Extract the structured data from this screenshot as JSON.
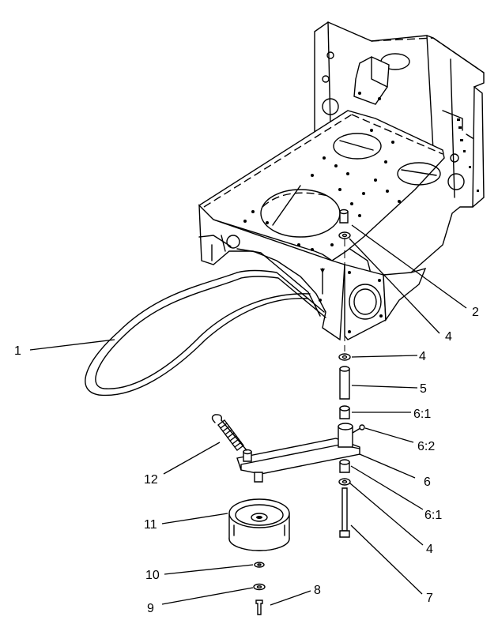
{
  "callouts": {
    "c1": "1",
    "c2": "2",
    "c4a": "4",
    "c4b": "4",
    "c5": "5",
    "c61a": "6:1",
    "c62": "6:2",
    "c6": "6",
    "c61b": "6:1",
    "c4c": "4",
    "c7": "7",
    "c8": "8",
    "c9": "9",
    "c10": "10",
    "c11": "11",
    "c12": "12"
  }
}
